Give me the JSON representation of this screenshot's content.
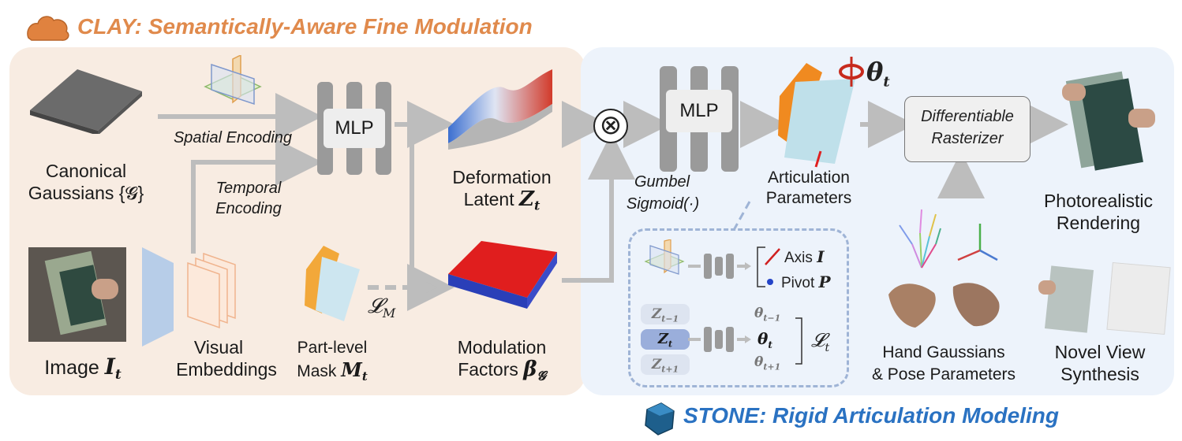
{
  "clay": {
    "title": "CLAY:  Semantically-Aware Fine Modulation",
    "color": "#e08a4c"
  },
  "stone": {
    "title": "STONE:  Rigid Articulation Modeling",
    "color": "#2a72c2"
  },
  "left": {
    "canonical_line1": "Canonical",
    "canonical_line2": "Gaussians {𝓖}",
    "spatial_encoding": "Spatial Encoding",
    "temporal_line1": "Temporal",
    "temporal_line2": "Encoding",
    "mlp": "MLP",
    "deformation_line1": "Deformation",
    "deformation_line2": "Latent",
    "deformation_sym": "Z",
    "deformation_sub": "t",
    "image_label": "Image",
    "image_sym": "I",
    "image_sub": "t",
    "visual_line1": "Visual",
    "visual_line2": "Embeddings",
    "mask_line1": "Part-level",
    "mask_line2": "Mask",
    "mask_sym": "M",
    "mask_sub": "t",
    "loss_m": "𝓛",
    "loss_m_sub": "M",
    "modulation_line1": "Modulation",
    "modulation_line2": "Factors",
    "modulation_sym": "β",
    "modulation_sub": "𝓖"
  },
  "right": {
    "otimes": "⊗",
    "mlp": "MLP",
    "gumbel_line1": "Gumbel",
    "gumbel_line2": "Sigmoid(·)",
    "articulation_line1": "Articulation",
    "articulation_line2": "Parameters",
    "theta": "θ",
    "theta_sub": "t",
    "rasterizer_line1": "Differentiable",
    "rasterizer_line2": "Rasterizer",
    "photo_line1": "Photorealistic",
    "photo_line2": "Rendering",
    "axis_label": "Axis",
    "axis_sym": "I",
    "pivot_label": "Pivot",
    "pivot_sym": "P",
    "z_prev": "Z",
    "z_prev_sub": "t−1",
    "z_cur": "Z",
    "z_cur_sub": "t",
    "z_next": "Z",
    "z_next_sub": "t+1",
    "th_prev": "θ",
    "th_prev_sub": "t−1",
    "th_cur": "θ",
    "th_cur_sub": "t",
    "th_next": "θ",
    "th_next_sub": "t+1",
    "loss_t": "𝓛",
    "loss_t_sub": "t",
    "hand_line1": "Hand Gaussians",
    "hand_line2": "& Pose Parameters",
    "novel_line1": "Novel View",
    "novel_line2": "Synthesis"
  }
}
